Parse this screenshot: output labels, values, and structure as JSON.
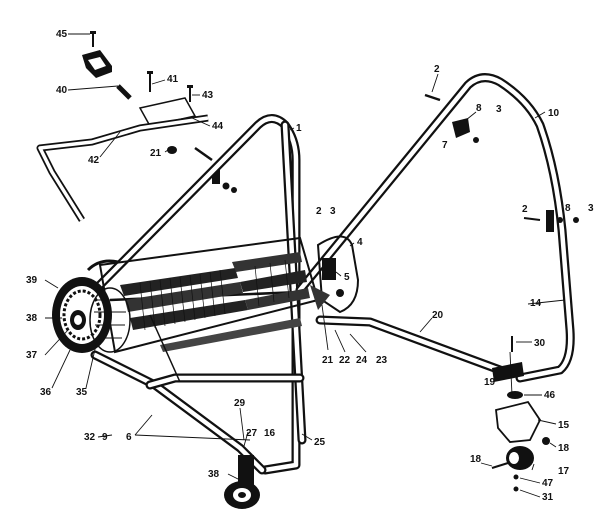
{
  "parts": [
    {
      "id": "p45a",
      "label": "45"
    },
    {
      "id": "p40",
      "label": "40"
    },
    {
      "id": "p41",
      "label": "41"
    },
    {
      "id": "p43",
      "label": "43"
    },
    {
      "id": "p44",
      "label": "44"
    },
    {
      "id": "p42",
      "label": "42"
    },
    {
      "id": "p21a",
      "label": "21"
    },
    {
      "id": "p1",
      "label": "1"
    },
    {
      "id": "p2a",
      "label": "2"
    },
    {
      "id": "p8a",
      "label": "8"
    },
    {
      "id": "p3a",
      "label": "3"
    },
    {
      "id": "p7",
      "label": "7"
    },
    {
      "id": "p10",
      "label": "10"
    },
    {
      "id": "p2b",
      "label": "2"
    },
    {
      "id": "p3b",
      "label": "3"
    },
    {
      "id": "p4",
      "label": "4"
    },
    {
      "id": "p2c",
      "label": "2"
    },
    {
      "id": "p8b",
      "label": "8"
    },
    {
      "id": "p3c",
      "label": "3"
    },
    {
      "id": "p5",
      "label": "5"
    },
    {
      "id": "p14",
      "label": "14"
    },
    {
      "id": "p39",
      "label": "39"
    },
    {
      "id": "p38a",
      "label": "38"
    },
    {
      "id": "p37",
      "label": "37"
    },
    {
      "id": "p36",
      "label": "36"
    },
    {
      "id": "p35",
      "label": "35"
    },
    {
      "id": "p20",
      "label": "20"
    },
    {
      "id": "p21b",
      "label": "21"
    },
    {
      "id": "p22",
      "label": "22"
    },
    {
      "id": "p24",
      "label": "24"
    },
    {
      "id": "p23",
      "label": "23"
    },
    {
      "id": "p30",
      "label": "30"
    },
    {
      "id": "p19",
      "label": "19"
    },
    {
      "id": "p46",
      "label": "46"
    },
    {
      "id": "p15",
      "label": "15"
    },
    {
      "id": "p18a",
      "label": "18"
    },
    {
      "id": "p18b",
      "label": "18"
    },
    {
      "id": "p17",
      "label": "17"
    },
    {
      "id": "p47",
      "label": "47"
    },
    {
      "id": "p31",
      "label": "31"
    },
    {
      "id": "p29",
      "label": "29"
    },
    {
      "id": "p27",
      "label": "27"
    },
    {
      "id": "p16",
      "label": "16"
    },
    {
      "id": "p32",
      "label": "32"
    },
    {
      "id": "p9",
      "label": "9"
    },
    {
      "id": "p6",
      "label": "6"
    },
    {
      "id": "p25",
      "label": "25"
    },
    {
      "id": "p38b",
      "label": "38"
    }
  ]
}
